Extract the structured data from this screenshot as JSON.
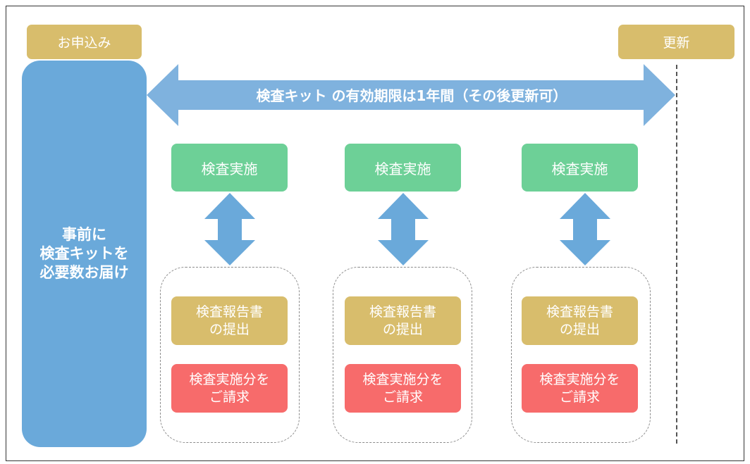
{
  "labels": {
    "apply": "お申込み",
    "renew": "更新",
    "validity": "検査キット の有効期限は1年間（その後更新可）"
  },
  "sidebar": {
    "lines": [
      "事前に",
      "検査キットを",
      "必要数お届け"
    ]
  },
  "columns": [
    {
      "test": "検査実施",
      "report": [
        "検査報告書",
        "の提出"
      ],
      "billing": [
        "検査実施分を",
        "ご請求"
      ]
    },
    {
      "test": "検査実施",
      "report": [
        "検査報告書",
        "の提出"
      ],
      "billing": [
        "検査実施分を",
        "ご請求"
      ]
    },
    {
      "test": "検査実施",
      "report": [
        "検査報告書",
        "の提出"
      ],
      "billing": [
        "検査実施分を",
        "ご請求"
      ]
    }
  ],
  "colors": {
    "tag": "#d8bd6c",
    "sidebar": "#6aa9da",
    "arrow": "#7fb2de",
    "green": "#6dd097",
    "red": "#f76b6b"
  }
}
